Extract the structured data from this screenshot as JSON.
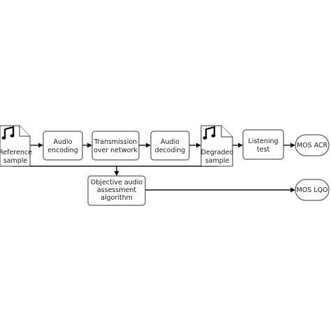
{
  "nodes": {
    "reference": {
      "label": [
        "Reference",
        "sample"
      ],
      "icon": "music-note-icon"
    },
    "encoding": {
      "label": [
        "Audio",
        "encoding"
      ]
    },
    "transmission": {
      "label": [
        "Transmission",
        "over network"
      ]
    },
    "decoding": {
      "label": [
        "Audio",
        "decoding"
      ]
    },
    "degraded": {
      "label": [
        "Degraded",
        "sample"
      ],
      "icon": "music-note-icon"
    },
    "listening": {
      "label": [
        "Listening",
        "test"
      ]
    },
    "mos_acr": {
      "label": [
        "MOS ACR"
      ]
    },
    "objective": {
      "label": [
        "Objective audio",
        "assessment",
        "algorithm"
      ]
    },
    "mos_lqo": {
      "label": [
        "MOS LQO"
      ]
    }
  },
  "colors": {
    "stroke": "#333333",
    "text": "#1a1a1a",
    "background": "#ffffff"
  }
}
